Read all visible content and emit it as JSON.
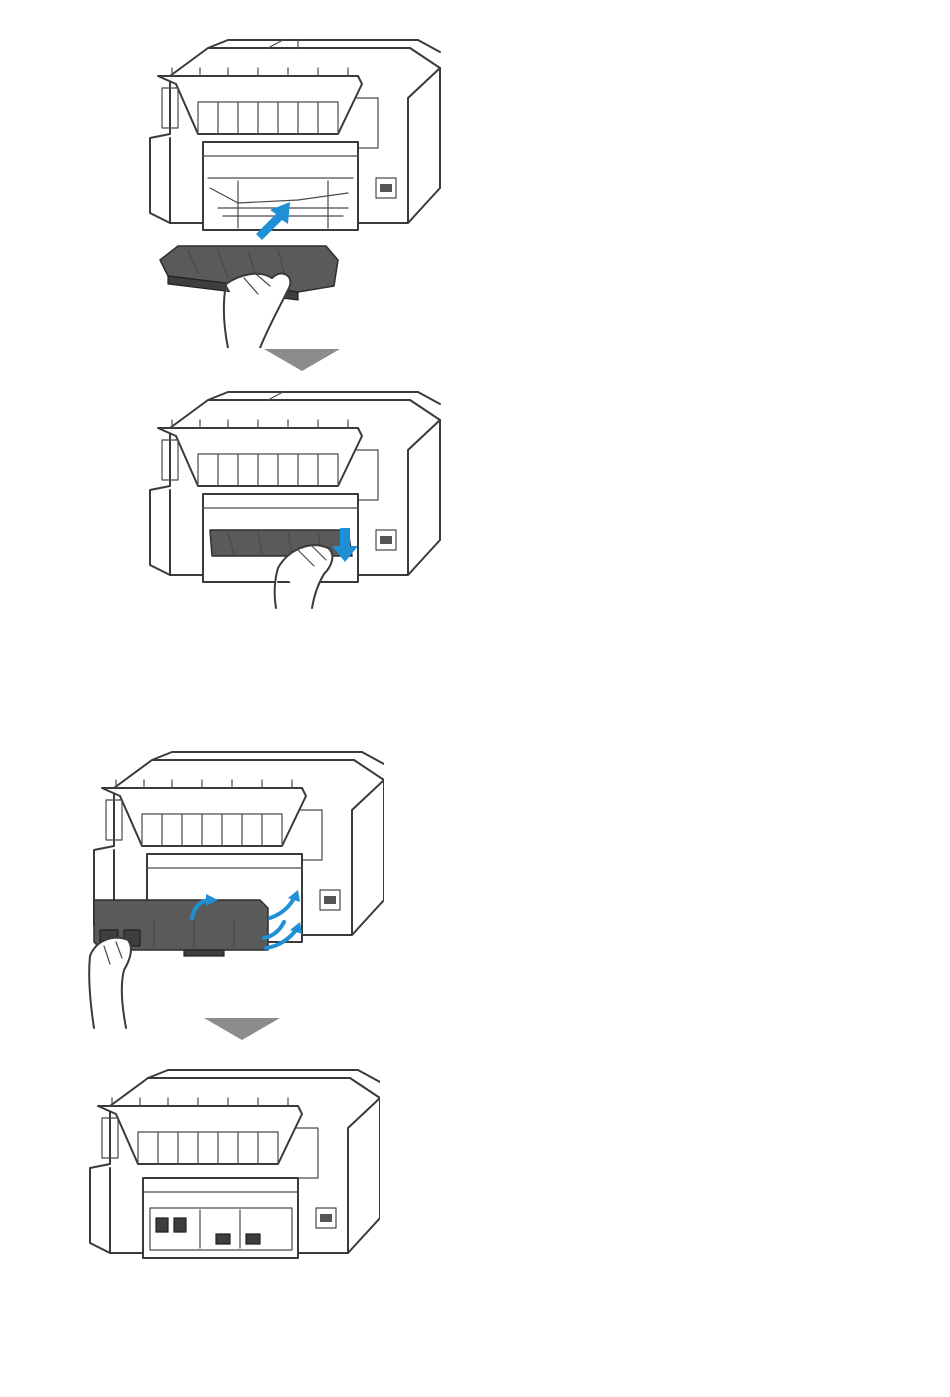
{
  "illustrations": [
    {
      "id": "step1",
      "icon": "printer-insert-unit-illustration"
    },
    {
      "id": "step2",
      "icon": "printer-push-down-unit-illustration"
    },
    {
      "id": "step3",
      "icon": "printer-attach-rear-cover-illustration"
    },
    {
      "id": "step4",
      "icon": "printer-rear-cover-attached-illustration"
    }
  ],
  "colors": {
    "arrow_blue": "#1f8fd6",
    "step_arrow_gray": "#8c8c8c",
    "unit_dark": "#5a5a5a"
  }
}
